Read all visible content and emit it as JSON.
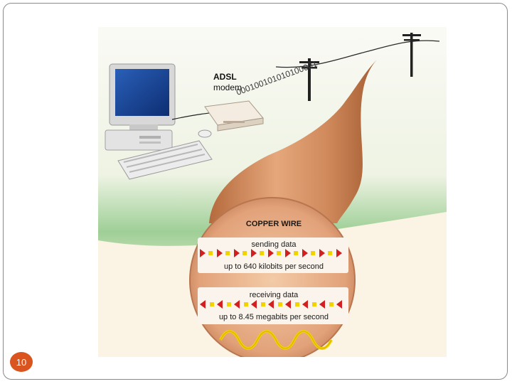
{
  "slide": {
    "page_number": "10"
  },
  "illustration": {
    "modem_label_line1": "ADSL",
    "modem_label_line2": "modem",
    "bitstream": "000100101010100001",
    "wire_title": "COPPER WIRE",
    "sending": {
      "title": "sending data",
      "rate": "up to 640 kilobits per second"
    },
    "receiving": {
      "title": "receiving data",
      "rate": "up to 8.45 megabits per second"
    }
  },
  "colors": {
    "copper": "#d08a5c",
    "copper_light": "#f0c9a4",
    "sky": "#f7f7f2",
    "ground": "#9fcf97",
    "accent_red": "#d21f1f",
    "accent_yellow": "#f2d200",
    "badge": "#d9541e"
  }
}
